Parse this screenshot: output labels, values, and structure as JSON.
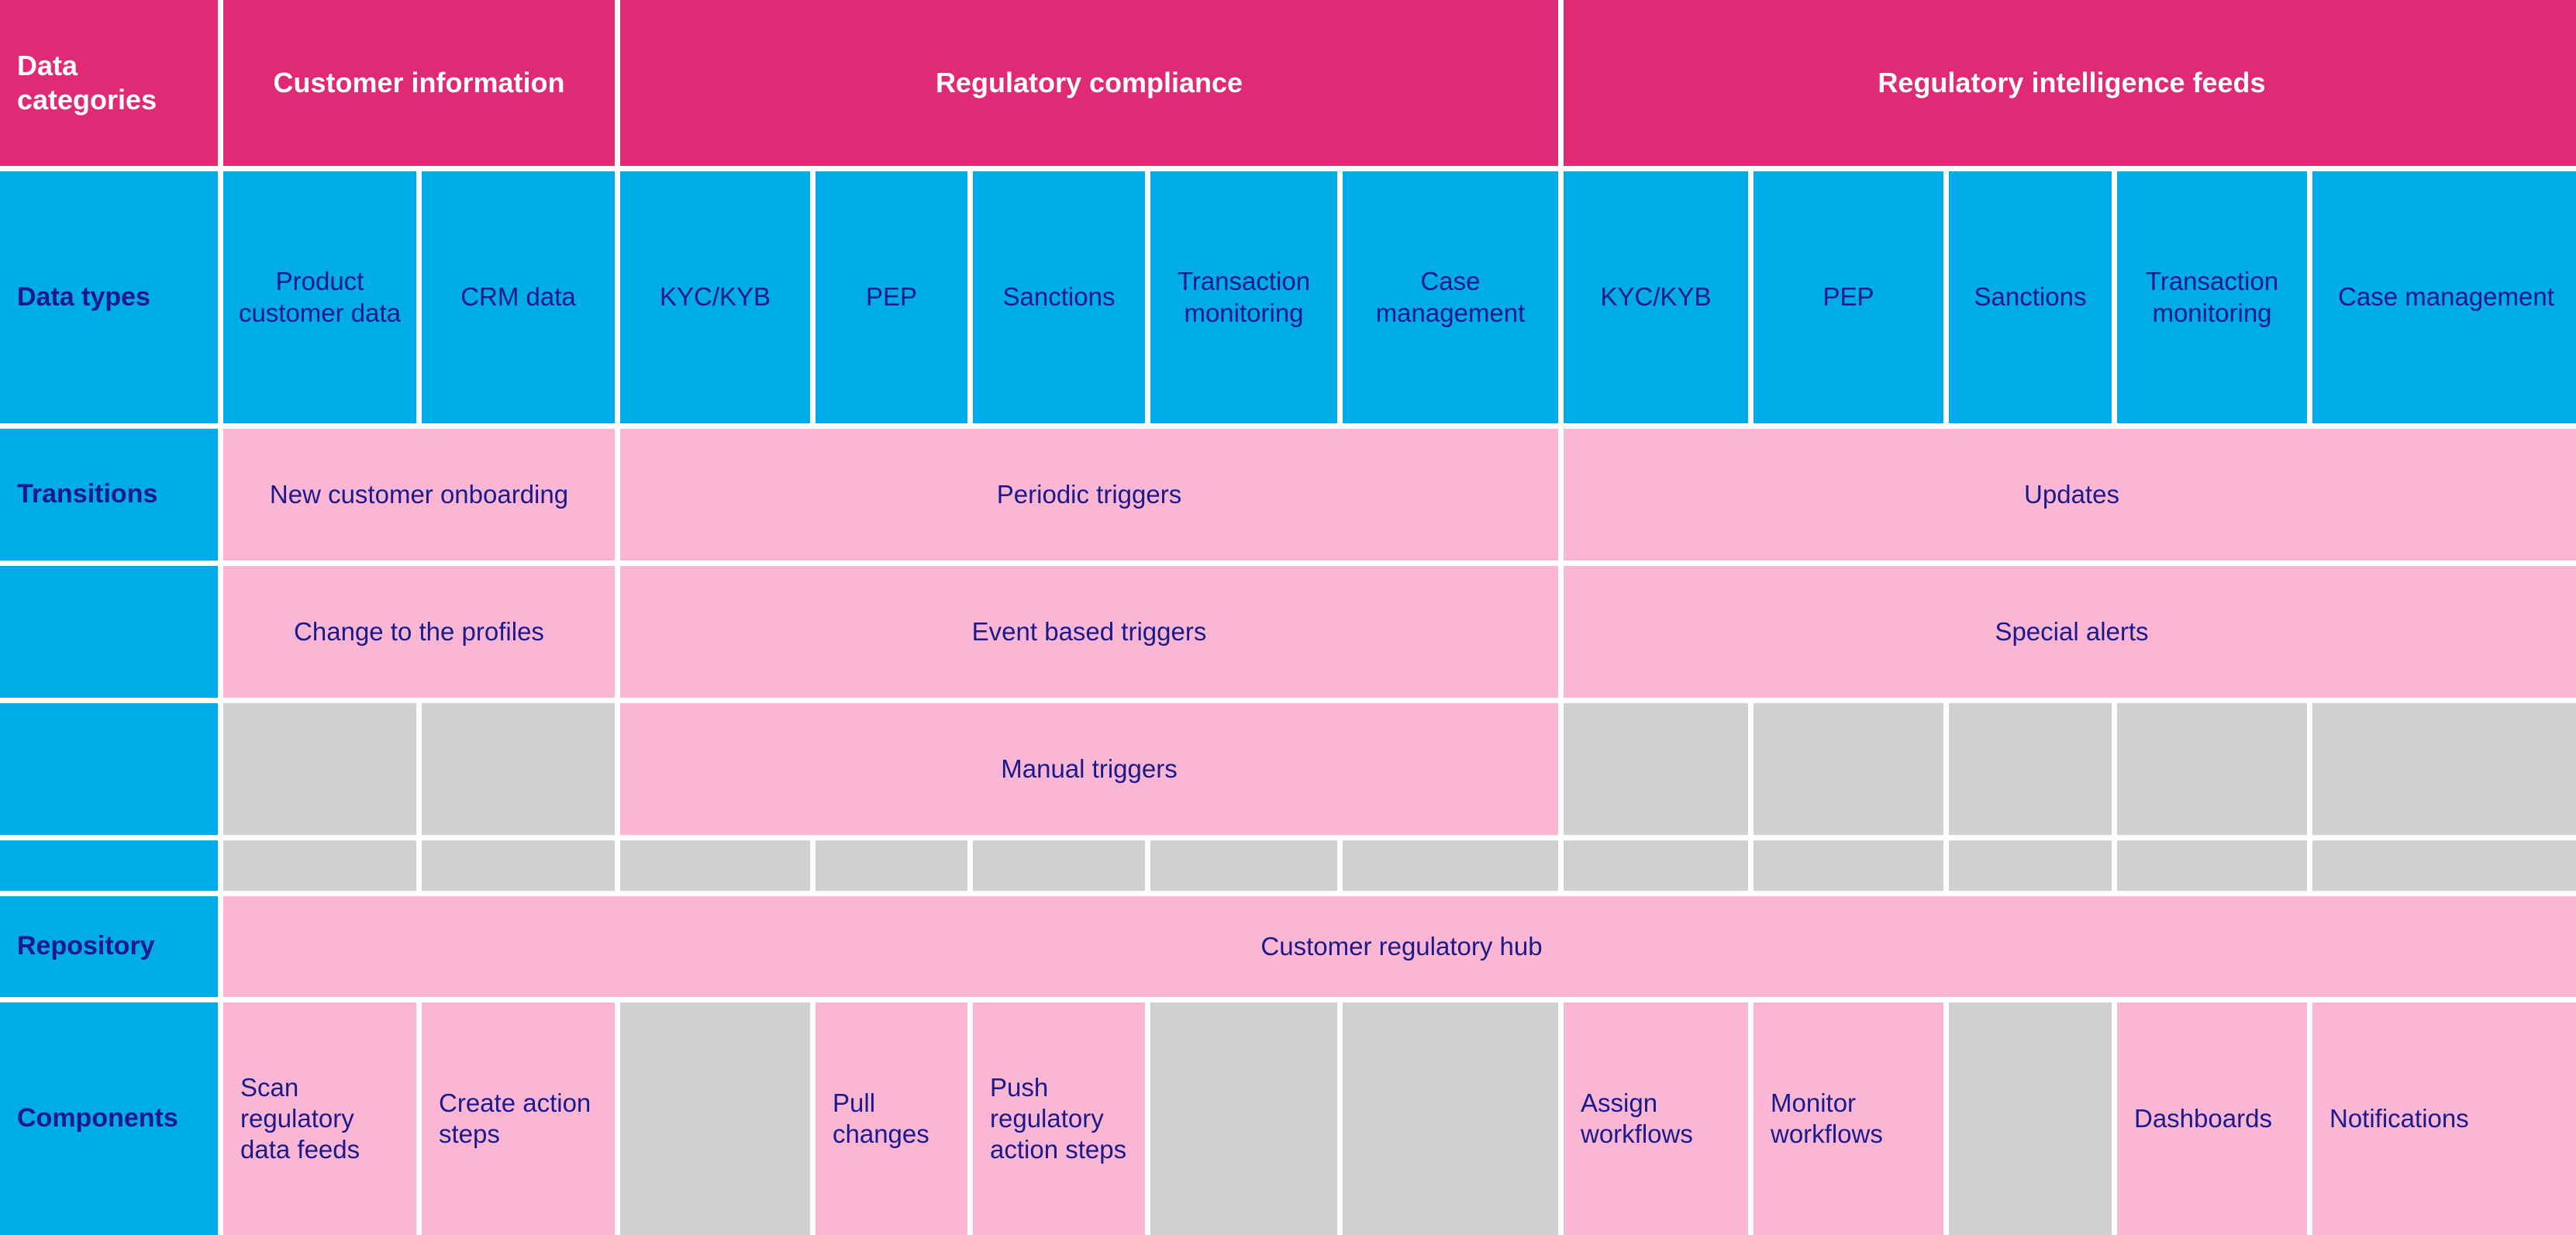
{
  "colors": {
    "category_header_bg": "#e02a75",
    "category_header_text": "#ffffff",
    "blue_bg": "#00ace8",
    "pink_bg": "#fbb6d4",
    "grey_bg": "#d0d0d0",
    "body_text": "#1a1a8c"
  },
  "row_labels": {
    "data_categories": "Data categories",
    "data_types": "Data types",
    "transitions": "Transitions",
    "repository": "Repository",
    "components": "Components"
  },
  "categories": [
    {
      "label": "Customer information",
      "span": 2
    },
    {
      "label": "Regulatory compliance",
      "span": 5
    },
    {
      "label": "Regulatory intelligence feeds",
      "span": 5
    }
  ],
  "data_types": [
    "Product customer data",
    "CRM data",
    "KYC/KYB",
    "PEP",
    "Sanctions",
    "Transaction monitoring",
    "Case management",
    "KYC/KYB",
    "PEP",
    "Sanctions",
    "Transaction monitoring",
    "Case management"
  ],
  "transitions_row_1": [
    {
      "label": "New customer onboarding",
      "span": 2,
      "fill": "pink"
    },
    {
      "label": "Periodic triggers",
      "span": 5,
      "fill": "pink"
    },
    {
      "label": "Updates",
      "span": 5,
      "fill": "pink"
    }
  ],
  "transitions_row_2": [
    {
      "label": "Change to the profiles",
      "span": 2,
      "fill": "pink"
    },
    {
      "label": "Event based triggers",
      "span": 5,
      "fill": "pink"
    },
    {
      "label": "Special alerts",
      "span": 5,
      "fill": "pink"
    }
  ],
  "transitions_row_3": [
    {
      "label": "",
      "span": 1,
      "fill": "grey"
    },
    {
      "label": "",
      "span": 1,
      "fill": "grey"
    },
    {
      "label": "Manual triggers",
      "span": 5,
      "fill": "pink"
    },
    {
      "label": "",
      "span": 1,
      "fill": "grey"
    },
    {
      "label": "",
      "span": 1,
      "fill": "grey"
    },
    {
      "label": "",
      "span": 1,
      "fill": "grey"
    },
    {
      "label": "",
      "span": 1,
      "fill": "grey"
    },
    {
      "label": "",
      "span": 1,
      "fill": "grey"
    }
  ],
  "spacer_row": [
    {
      "label": "",
      "span": 1,
      "fill": "grey"
    },
    {
      "label": "",
      "span": 1,
      "fill": "grey"
    },
    {
      "label": "",
      "span": 1,
      "fill": "grey"
    },
    {
      "label": "",
      "span": 1,
      "fill": "grey"
    },
    {
      "label": "",
      "span": 1,
      "fill": "grey"
    },
    {
      "label": "",
      "span": 1,
      "fill": "grey"
    },
    {
      "label": "",
      "span": 1,
      "fill": "grey"
    },
    {
      "label": "",
      "span": 1,
      "fill": "grey"
    },
    {
      "label": "",
      "span": 1,
      "fill": "grey"
    },
    {
      "label": "",
      "span": 1,
      "fill": "grey"
    },
    {
      "label": "",
      "span": 1,
      "fill": "grey"
    },
    {
      "label": "",
      "span": 1,
      "fill": "grey"
    }
  ],
  "repository_row": [
    {
      "label": "Customer regulatory hub",
      "span": 12,
      "fill": "pink"
    }
  ],
  "components_row": [
    {
      "label": "Scan regulatory data feeds",
      "span": 1,
      "fill": "pink"
    },
    {
      "label": "Create action steps",
      "span": 1,
      "fill": "pink"
    },
    {
      "label": "",
      "span": 1,
      "fill": "grey"
    },
    {
      "label": "Pull changes",
      "span": 1,
      "fill": "pink"
    },
    {
      "label": "Push regulatory action steps",
      "span": 1,
      "fill": "pink"
    },
    {
      "label": "",
      "span": 1,
      "fill": "grey"
    },
    {
      "label": "",
      "span": 1,
      "fill": "grey"
    },
    {
      "label": "Assign workflows",
      "span": 1,
      "fill": "pink"
    },
    {
      "label": "Monitor workflows",
      "span": 1,
      "fill": "pink"
    },
    {
      "label": "",
      "span": 1,
      "fill": "grey"
    },
    {
      "label": "Dashboards",
      "span": 1,
      "fill": "pink"
    },
    {
      "label": "Notifications",
      "span": 1,
      "fill": "pink"
    }
  ]
}
